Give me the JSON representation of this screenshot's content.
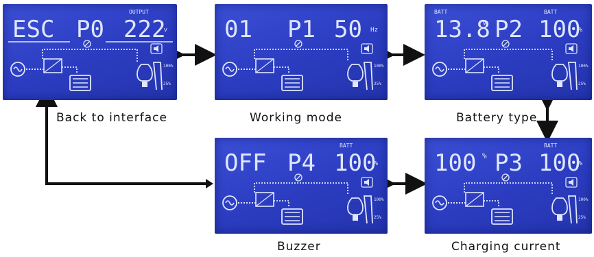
{
  "screens": [
    {
      "id": "p0",
      "main": "ESC",
      "prog": "P0",
      "value": "222",
      "unit": "v",
      "top_label": "OUTPUT",
      "caption": "Back to interface"
    },
    {
      "id": "p1",
      "main": "01",
      "prog": "P1",
      "value": "50",
      "unit": "Hz",
      "top_label": "",
      "caption": "Working mode"
    },
    {
      "id": "p2",
      "main": "13.8",
      "main_unit": "v",
      "main_label": "BATT",
      "prog": "P2",
      "value": "100",
      "unit": "%",
      "top_label": "BATT",
      "caption": "Battery type"
    },
    {
      "id": "p4",
      "main": "OFF",
      "prog": "P4",
      "value": "100",
      "unit": "%",
      "top_label": "BATT",
      "caption": "Buzzer"
    },
    {
      "id": "p3",
      "main": "100",
      "main_unit": "%",
      "prog": "P3",
      "value": "100",
      "unit": "%",
      "top_label": "BATT",
      "caption": "Charging current"
    }
  ],
  "battery_levels": {
    "high": "100%",
    "low": "25%"
  },
  "colors": {
    "lcd": "#2f42c8",
    "segment": "#dfe6ff",
    "arrow": "#111111"
  }
}
